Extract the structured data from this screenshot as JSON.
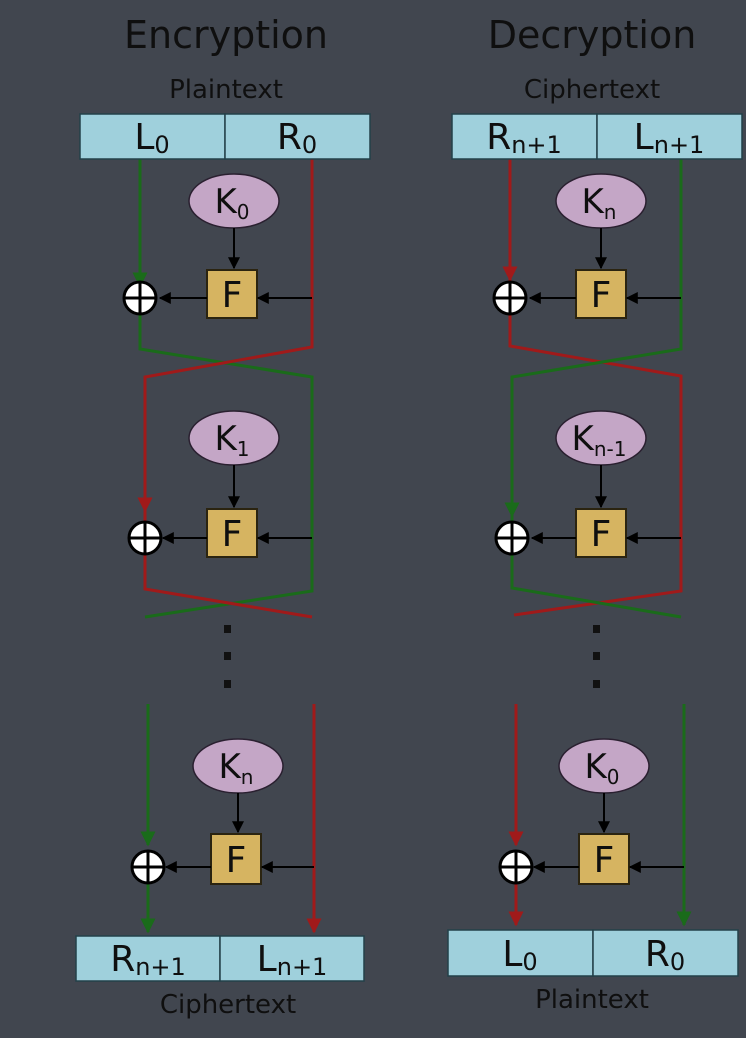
{
  "encryption": {
    "title": "Encryption",
    "top_caption": "Plaintext",
    "top_cells": [
      {
        "letter": "L",
        "sub": "0"
      },
      {
        "letter": "R",
        "sub": "0"
      }
    ],
    "keys": [
      {
        "letter": "K",
        "sub": "0"
      },
      {
        "letter": "K",
        "sub": "1"
      },
      {
        "letter": "K",
        "sub": "n"
      }
    ],
    "function_label": "F",
    "bottom_cells": [
      {
        "letter": "R",
        "sub": "n+1"
      },
      {
        "letter": "L",
        "sub": "n+1"
      }
    ],
    "bottom_caption": "Ciphertext"
  },
  "decryption": {
    "title": "Decryption",
    "top_caption": "Ciphertext",
    "top_cells": [
      {
        "letter": "R",
        "sub": "n+1"
      },
      {
        "letter": "L",
        "sub": "n+1"
      }
    ],
    "keys": [
      {
        "letter": "K",
        "sub": "n"
      },
      {
        "letter": "K",
        "sub": "n-1"
      },
      {
        "letter": "K",
        "sub": "0"
      }
    ],
    "function_label": "F",
    "bottom_cells": [
      {
        "letter": "L",
        "sub": "0"
      },
      {
        "letter": "R",
        "sub": "0"
      }
    ],
    "bottom_caption": "Plaintext"
  },
  "colors": {
    "background": "#41464f",
    "left_line": "#1a6b1a",
    "right_line": "#a01a1a",
    "cell_fill": "#9fd0dc",
    "key_fill": "#c4a6c6",
    "function_fill": "#d6b461"
  }
}
